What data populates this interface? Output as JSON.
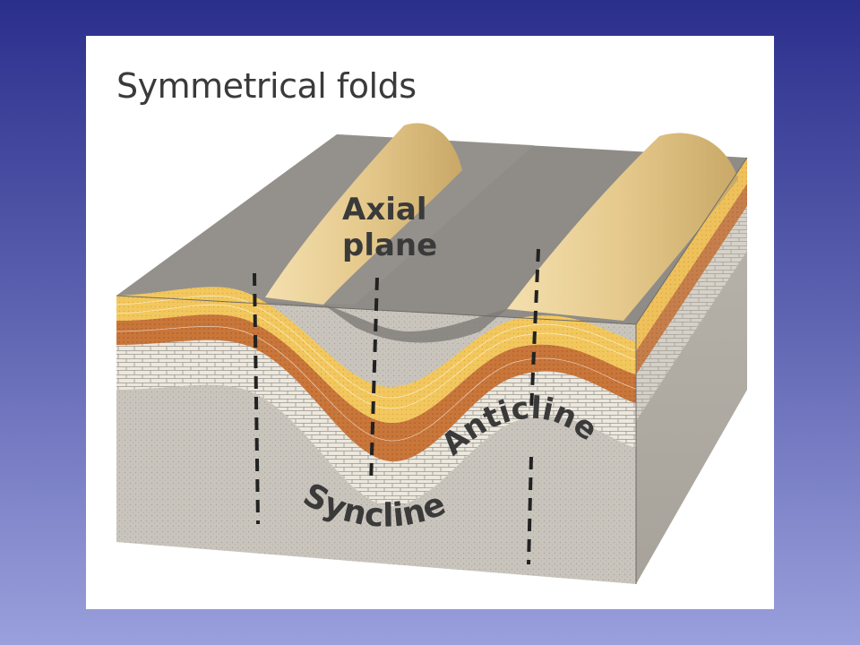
{
  "title": "Symmetrical folds",
  "labels": {
    "axial_plane_line1": "Axial",
    "axial_plane_line2": "plane",
    "syncline": "Syncline",
    "anticline": "Anticline"
  },
  "colors": {
    "background_top": "#2b2f8c",
    "background_bottom": "#9aa0dc",
    "surface_rock": "#8e8b86",
    "ridge": "#e4c98e",
    "yellow_layer": "#f0c055",
    "orange_layer": "#c9763a",
    "limestone": "#e8e4da",
    "bedrock": "#c6c2ba"
  }
}
